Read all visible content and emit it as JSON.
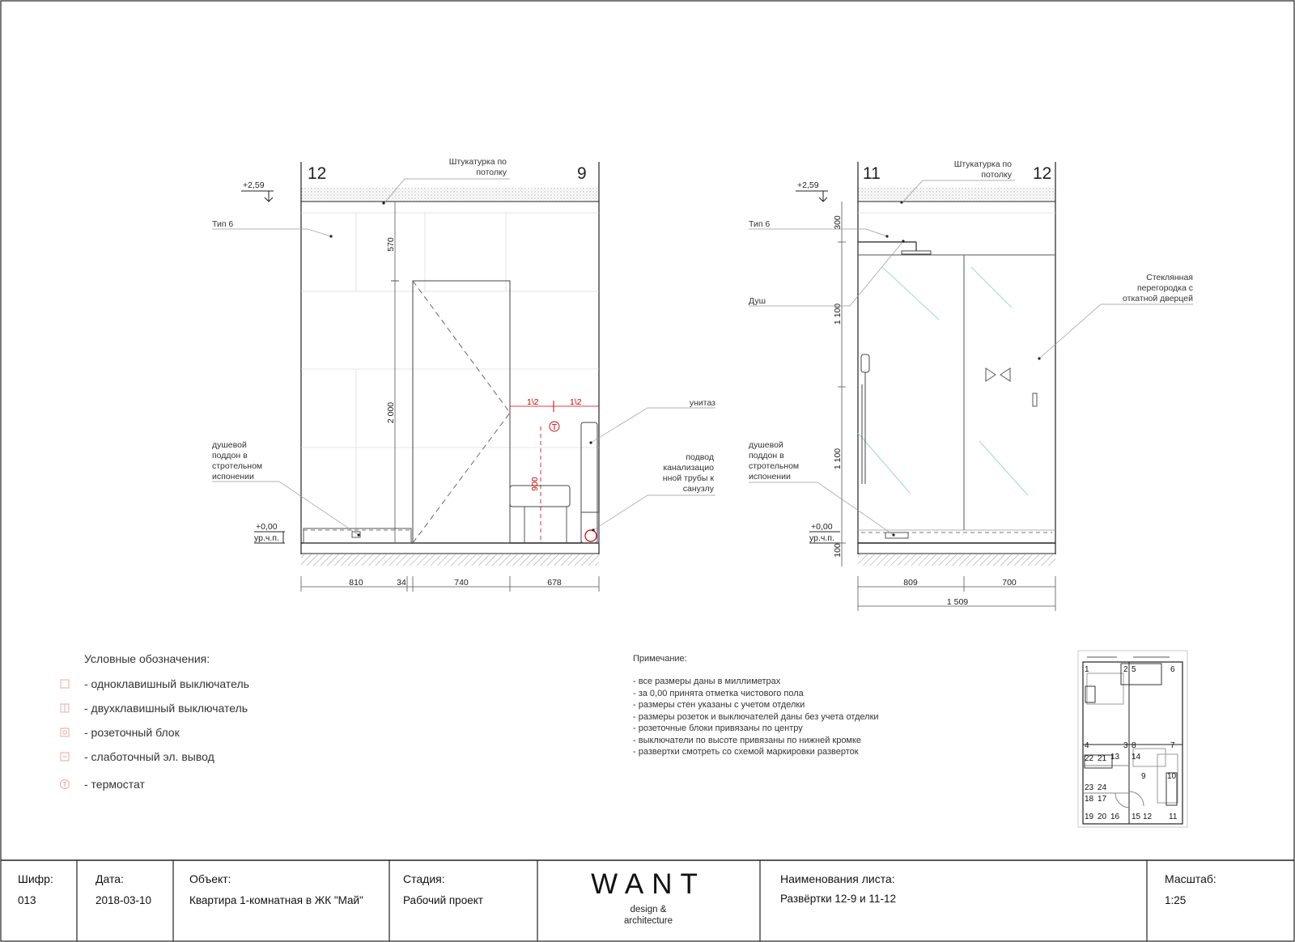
{
  "elev1": {
    "axis_left": "12",
    "axis_right": "9",
    "level_top": "+2,59",
    "level_zero": "+0,00",
    "level_floor": "ур.ч.п.",
    "plaster": [
      "Штукатурка по",
      "потолку"
    ],
    "tile_type": "Тип 6",
    "tray": [
      "душевой",
      "поддон в",
      "стротельном",
      "испонении"
    ],
    "toilet": "унитаз",
    "sewer": [
      "подвод",
      "канализацио",
      "нной трубы к",
      "санузлу"
    ],
    "dim_570": "570",
    "dim_2000": "2 000",
    "dim_900": "900",
    "half_a": "1\\2",
    "half_b": "1\\2",
    "thermostat": "T",
    "bottom_dims": [
      "810",
      "34",
      "740",
      "678"
    ]
  },
  "elev2": {
    "axis_left": "11",
    "axis_right": "12",
    "level_top": "+2,59",
    "level_zero": "+0,00",
    "level_floor": "ур.ч.п.",
    "plaster": [
      "Штукатурка по",
      "потолку"
    ],
    "tile_type": "Тип 6",
    "shower": "Душ",
    "tray": [
      "душевой",
      "поддон в",
      "стротельном",
      "испонении"
    ],
    "glass": [
      "Стеклянная",
      "перегородка с",
      "откатной дверцей"
    ],
    "side_dims": [
      "300",
      "1 100",
      "1 100",
      "100"
    ],
    "bottom_dims": [
      "809",
      "700"
    ],
    "total_dim": "1 509"
  },
  "legend": {
    "title": "Условные обозначения:",
    "items": [
      {
        "symbol": "single-switch-icon",
        "label": "- одноклавишный выключатель"
      },
      {
        "symbol": "double-switch-icon",
        "label": "- двухклавишный выключатель"
      },
      {
        "symbol": "socket-icon",
        "label": "- розеточный блок"
      },
      {
        "symbol": "low-current-icon",
        "label": "- слаботочный эл. вывод"
      },
      {
        "symbol": "thermostat-icon",
        "label": "- термостат",
        "glyph": "T"
      }
    ],
    "color": "#e8a8a8"
  },
  "notes": {
    "title": "Примечание:",
    "lines": [
      "- все размеры даны в миллиметрах",
      "- за 0,00 принята отметка чистового пола",
      "- размеры стен указаны с учетом отделки",
      "- размеры розеток и выключателей даны без учета отделки",
      "- розеточные блоки привязаны по центру",
      "- выключатели по высоте привязаны по нижней кромке",
      "- развертки смотреть со схемой маркировки разверток"
    ]
  },
  "keyplan": {
    "labels": [
      "1",
      "2",
      "5",
      "6",
      "4",
      "3",
      "8",
      "7",
      "22",
      "21",
      "13",
      "14",
      "9",
      "10",
      "23",
      "24",
      "18",
      "17",
      "19",
      "20",
      "16",
      "15",
      "12",
      "11"
    ]
  },
  "titleblock": {
    "code_label": "Шифр:",
    "code_value": "013",
    "date_label": "Дата:",
    "date_value": "2018-03-10",
    "object_label": "Объект:",
    "object_value": "Квартира 1-комнатная в ЖК \"Май\"",
    "stage_label": "Стадия:",
    "stage_value": "Рабочий проект",
    "logo": "WANT",
    "logo_sub1": "design &",
    "logo_sub2": "architecture",
    "sheet_label": "Наименования листа:",
    "sheet_value": "Развёртки 12-9 и 11-12",
    "scale_label": "Масштаб:",
    "scale_value": "1:25"
  },
  "colors": {
    "line": "#222222",
    "thin": "#999999",
    "red": "#cc0000",
    "cyan": "#9fd8d4"
  }
}
